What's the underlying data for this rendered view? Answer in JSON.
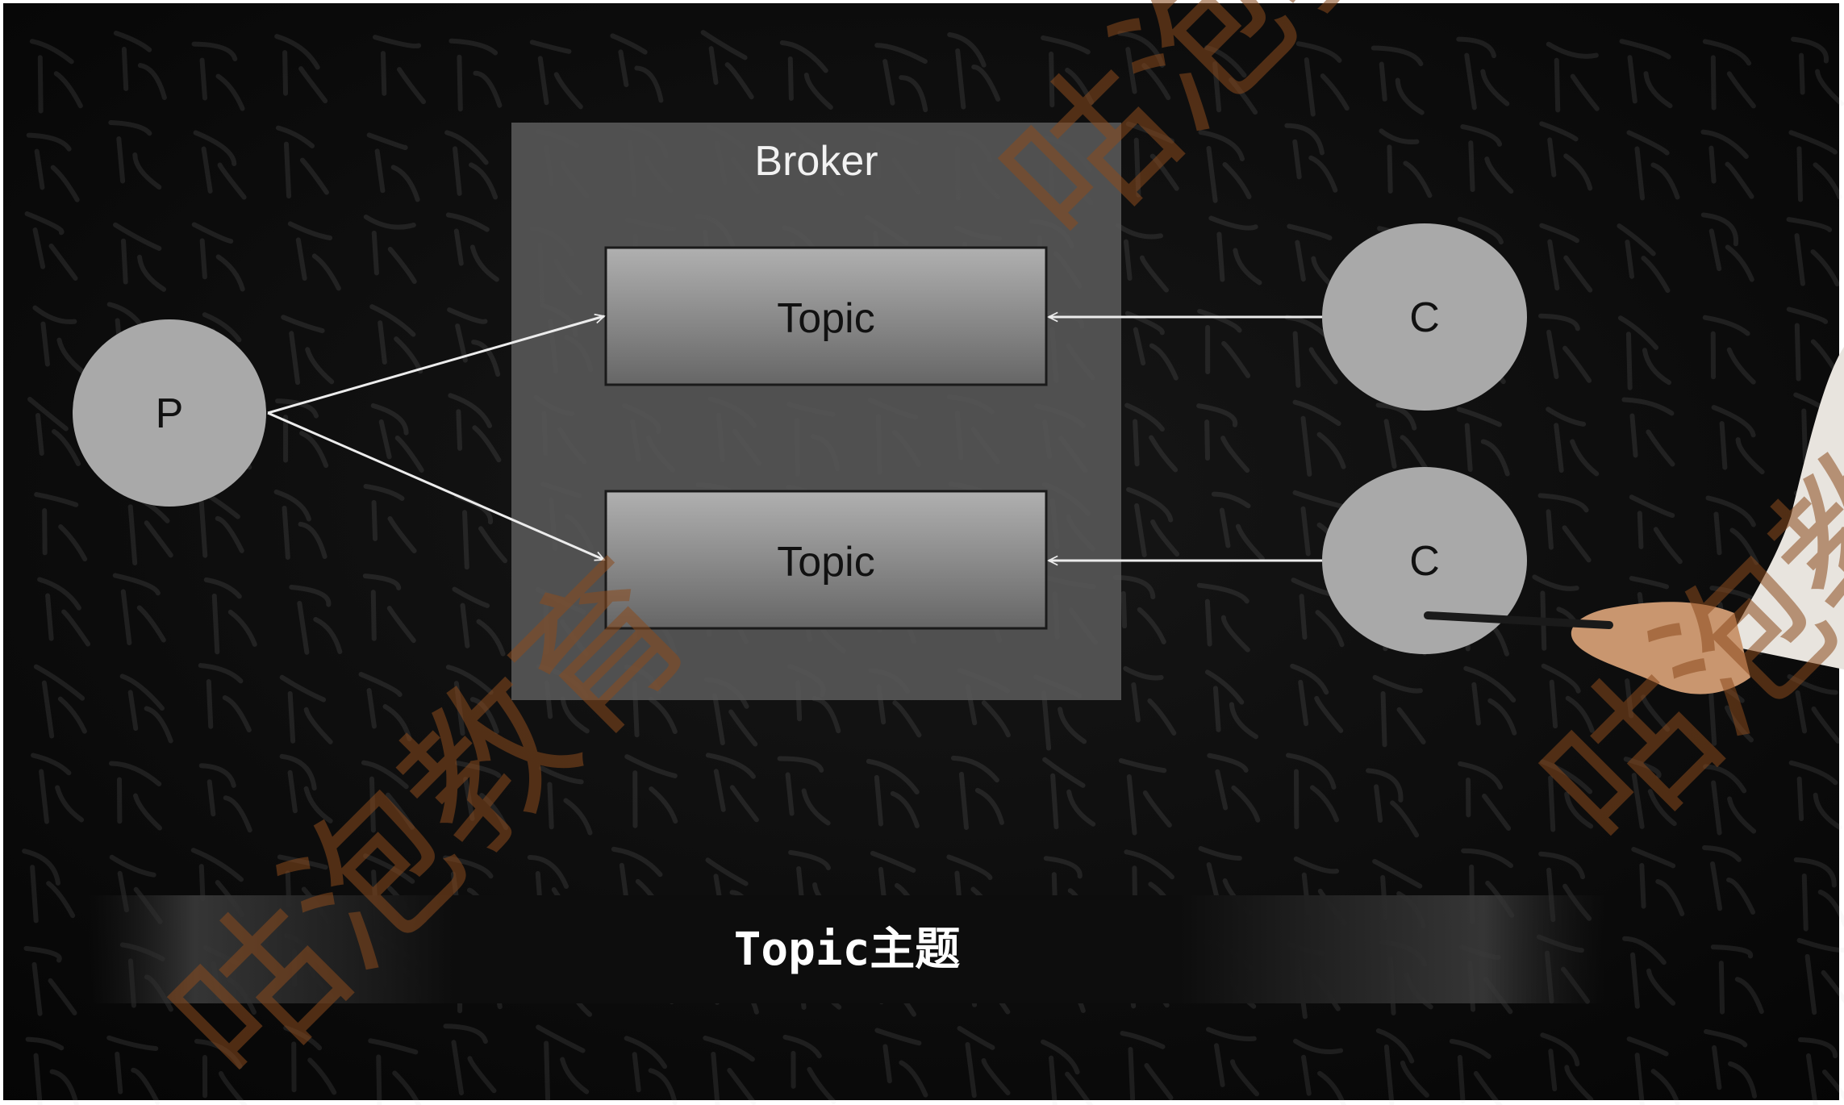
{
  "diagram": {
    "broker": {
      "label": "Broker"
    },
    "topics": [
      {
        "label": "Topic"
      },
      {
        "label": "Topic"
      }
    ],
    "producer": {
      "label": "P"
    },
    "consumers": [
      {
        "label": "C"
      },
      {
        "label": "C"
      }
    ]
  },
  "caption": {
    "text": "Topic主题"
  },
  "watermark": {
    "text": "咕泡教育"
  },
  "colors": {
    "background": "#0b0b0b",
    "broker_fill": "#555555",
    "topic_fill_top": "#a9a9a9",
    "topic_fill_bottom": "#6b6b6b",
    "circle_fill": "#a8a8a8",
    "arrow": "#e8e8e8",
    "watermark": "#8a4a1e"
  }
}
